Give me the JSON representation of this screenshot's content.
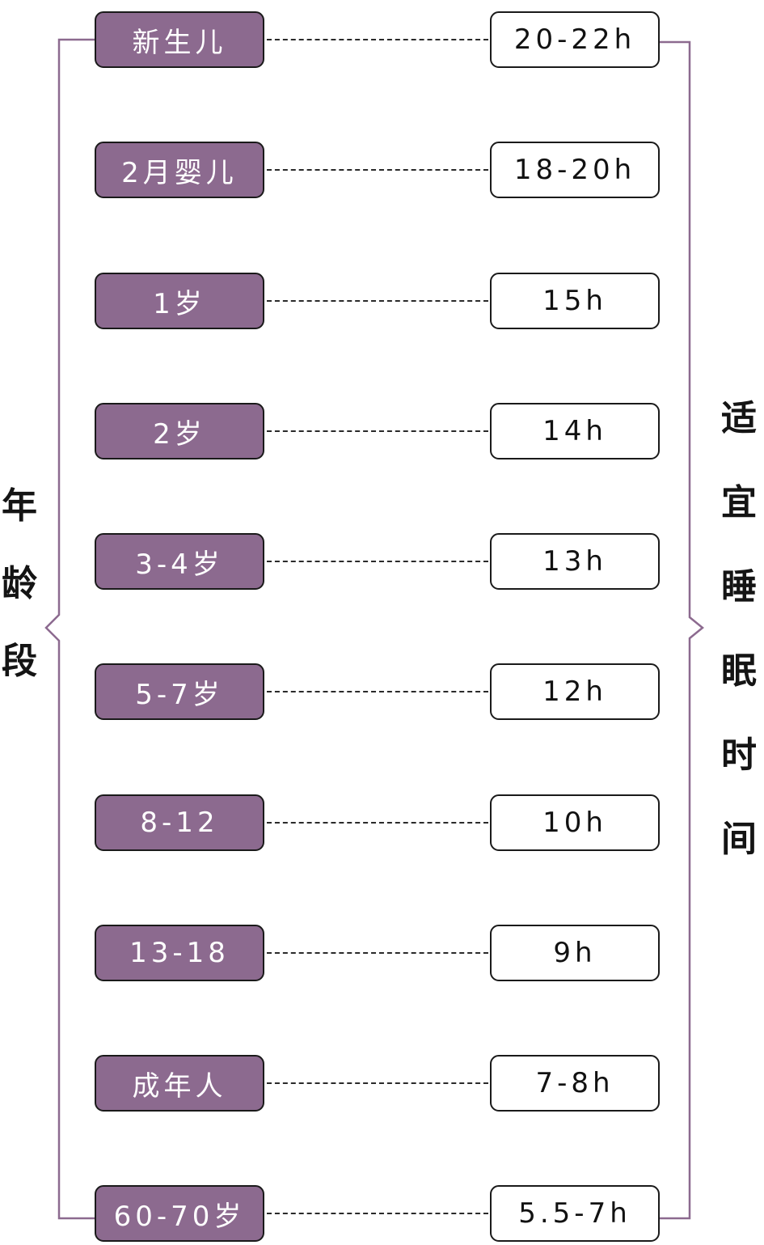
{
  "left_label": [
    "年",
    "龄",
    "段"
  ],
  "right_label": [
    "适",
    "宜",
    "睡",
    "眠",
    "时",
    "间"
  ],
  "colors": {
    "age_box_fill": "#8c6a8f",
    "bracket": "#8c6a8f",
    "box_border": "#1a1a1a",
    "sleep_box_fill": "#ffffff"
  },
  "rows": [
    {
      "age": "新生儿",
      "sleep": "20-22h"
    },
    {
      "age": "2月婴儿",
      "sleep": "18-20h"
    },
    {
      "age": "1岁",
      "sleep": "15h"
    },
    {
      "age": "2岁",
      "sleep": "14h"
    },
    {
      "age": "3-4岁",
      "sleep": "13h"
    },
    {
      "age": "5-7岁",
      "sleep": "12h"
    },
    {
      "age": "8-12",
      "sleep": "10h"
    },
    {
      "age": "13-18",
      "sleep": "9h"
    },
    {
      "age": "成年人",
      "sleep": "7-8h"
    },
    {
      "age": "60-70岁",
      "sleep": "5.5-7h"
    }
  ]
}
